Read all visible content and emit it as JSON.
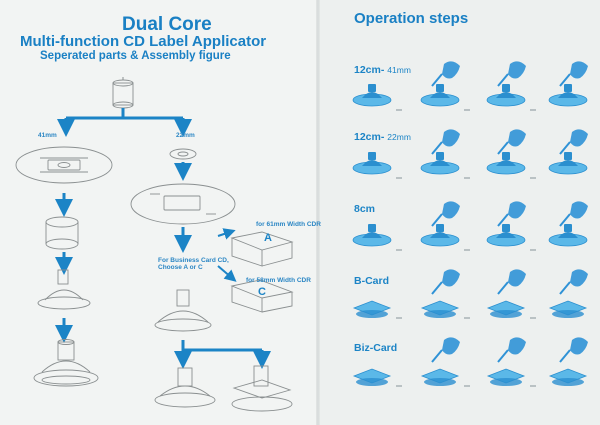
{
  "left": {
    "title": "Dual Core",
    "subtitle": "Multi-function CD Label Applicator",
    "subtitle2": "Seperated parts & Assembly figure",
    "label_41mm": "41mm",
    "label_22mm": "22mm",
    "business_card_line1": "For Business Card CD,",
    "business_card_line2": "Choose A or C",
    "cdr61": "for 61mm Width CDR",
    "cdr58": "for 58mm Width CDR",
    "part_a": "A",
    "part_c": "C"
  },
  "right": {
    "title": "Operation steps",
    "steps": [
      {
        "label": "12cm-",
        "sub": "41mm"
      },
      {
        "label": "12cm-",
        "sub": "22mm"
      },
      {
        "label": "8cm",
        "sub": ""
      },
      {
        "label": "B-Card",
        "sub": ""
      },
      {
        "label": "Biz-Card",
        "sub": ""
      }
    ]
  },
  "colors": {
    "brand_blue": "#1c84c6",
    "line_gray": "#8a8f90",
    "disc_fill": "#5bb8e8",
    "disc_dark": "#2b8fcf",
    "hand": "#2f92d6"
  }
}
